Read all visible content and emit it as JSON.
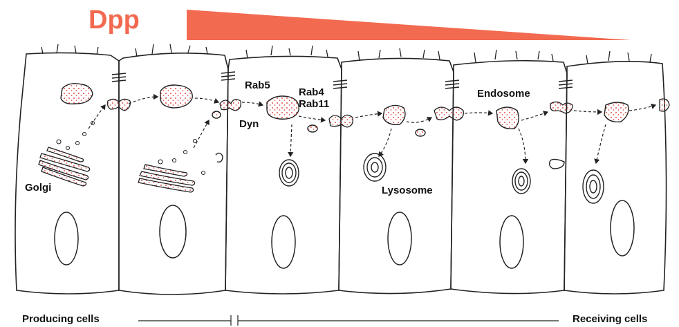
{
  "title": "Dpp",
  "labels": {
    "golgi": "Golgi",
    "rab5": "Rab5",
    "dyn": "Dyn",
    "rab4": "Rab4",
    "rab11": "Rab11",
    "lysosome": "Lysosome",
    "endosome": "Endosome"
  },
  "footer": {
    "producing": "Producing cells",
    "receiving": "Receiving cells"
  },
  "colors": {
    "gradient": "#f26a50",
    "cargo": "#f08a8a",
    "line": "#222222"
  }
}
